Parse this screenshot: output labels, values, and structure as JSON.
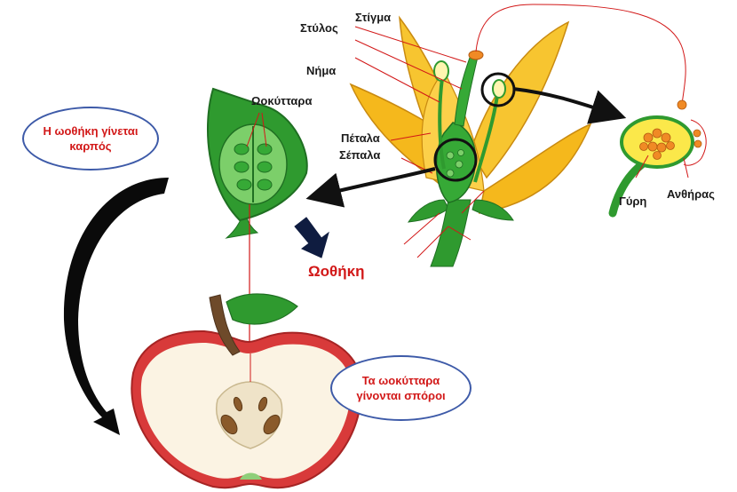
{
  "labels": {
    "stigma": "Στίγμα",
    "style": "Στύλος",
    "filament": "Νήμα",
    "ovules": "Ωοκύτταρα",
    "petals": "Πέταλα",
    "sepals": "Σέπαλα",
    "ovary": "Ωοθήκη",
    "pollen": "Γύρη",
    "anther": "Ανθήρας"
  },
  "bubbles": {
    "ovary_to_fruit": "Η ωοθήκη γίνεται καρπός",
    "ovules_to_seeds": "Τα ωοκύτταρα γίνονται σπόροι"
  },
  "colors": {
    "petal": "#f5b81c",
    "petal_edge": "#c98a10",
    "green": "#2f9a2f",
    "dark_green": "#1f6f22",
    "apple_red": "#d83a3a",
    "apple_flesh": "#fbf3e3",
    "label_red": "#d21818",
    "bubble_border": "#3d5aa8"
  }
}
